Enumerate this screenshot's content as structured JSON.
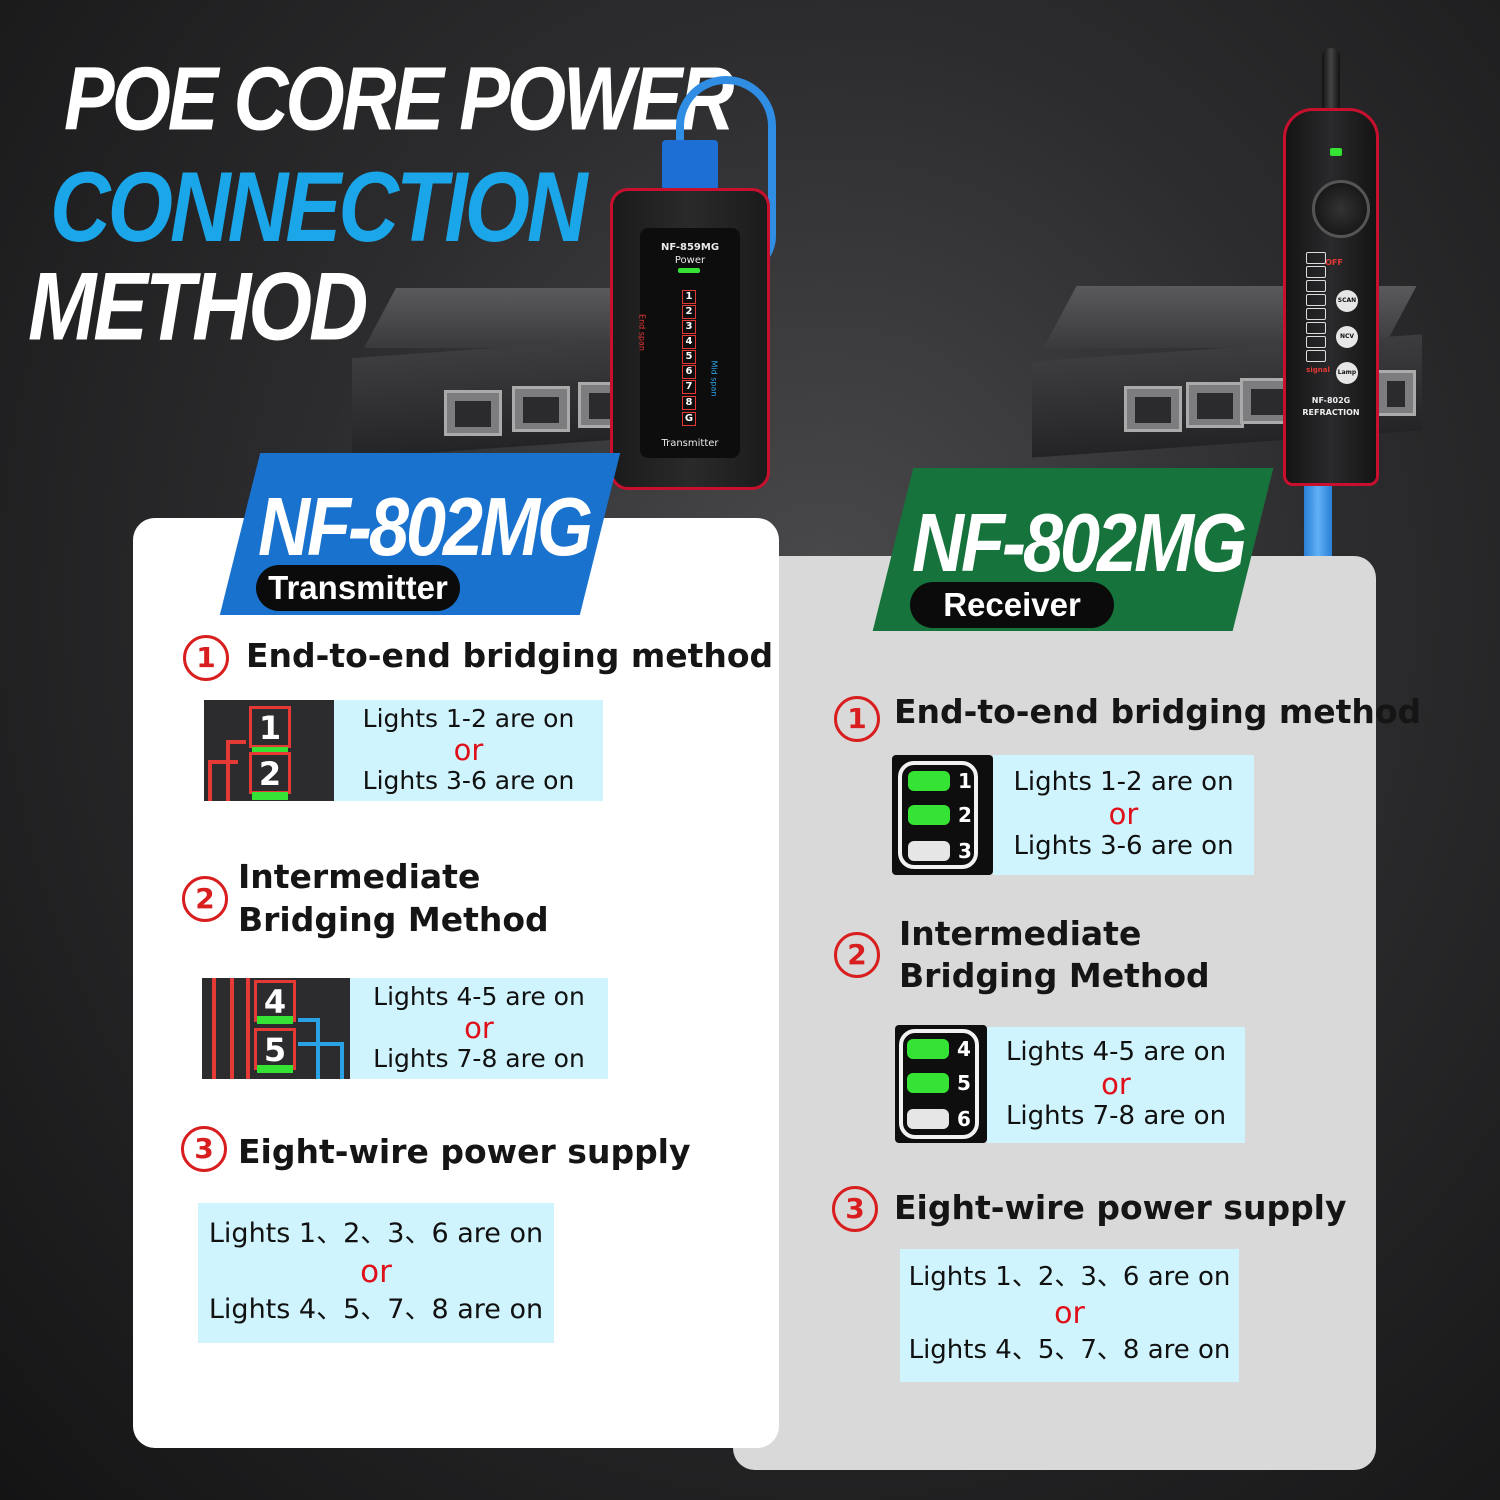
{
  "headline": {
    "line1": "POE CORE POWER",
    "line2": "CONNECTION",
    "line3": "METHOD"
  },
  "devices": {
    "transmitter": {
      "model": "NF-859MG",
      "power_label": "Power",
      "end_span_label": "End span",
      "mid_span_label": "Mid span",
      "pins": [
        "1",
        "2",
        "3",
        "4",
        "5",
        "6",
        "7",
        "8",
        "G"
      ],
      "footer": "Transmitter"
    },
    "receiver": {
      "off_label": "OFF",
      "scan_label": "SCAN",
      "ncv_label": "NCV",
      "lamp_label": "Lamp",
      "signal_label": "signal",
      "model": "NF-802G",
      "subtitle": "REFRACTION"
    }
  },
  "colors": {
    "accent_blue": "#1a72cf",
    "accent_green": "#16733c",
    "step_red": "#d81e1e",
    "info_bg": "#cff4fd",
    "or_red": "#e0101a",
    "led_green": "#35e335"
  },
  "transmitter_card": {
    "title": "NF-802MG",
    "role": "Transmitter",
    "steps": [
      {
        "num": "1",
        "title": "End-to-end bridging method",
        "line1": "Lights 1-2 are on",
        "or": "or",
        "line2": "Lights 3-6 are on",
        "thumb_nums": [
          "1",
          "2"
        ]
      },
      {
        "num": "2",
        "title_line1": "Intermediate",
        "title_line2": "Bridging Method",
        "line1": "Lights 4-5 are on",
        "or": "or",
        "line2": "Lights 7-8 are on",
        "thumb_nums": [
          "4",
          "5"
        ]
      },
      {
        "num": "3",
        "title": "Eight-wire power supply",
        "line1": "Lights 1、2、3、6 are on",
        "or": "or",
        "line2": "Lights 4、5、7、8 are on"
      }
    ]
  },
  "receiver_card": {
    "title": "NF-802MG",
    "role": "Receiver",
    "steps": [
      {
        "num": "1",
        "title": "End-to-end bridging method",
        "line1": "Lights 1-2 are on",
        "or": "or",
        "line2": "Lights 3-6 are on",
        "thumb_nums": [
          "1",
          "2",
          "3"
        ]
      },
      {
        "num": "2",
        "title_line1": "Intermediate",
        "title_line2": "Bridging Method",
        "line1": "Lights 4-5 are on",
        "or": "or",
        "line2": "Lights 7-8 are on",
        "thumb_nums": [
          "4",
          "5",
          "6"
        ]
      },
      {
        "num": "3",
        "title": "Eight-wire power supply",
        "line1": "Lights 1、2、3、6 are on",
        "or": "or",
        "line2": "Lights 4、5、7、8 are on"
      }
    ]
  }
}
